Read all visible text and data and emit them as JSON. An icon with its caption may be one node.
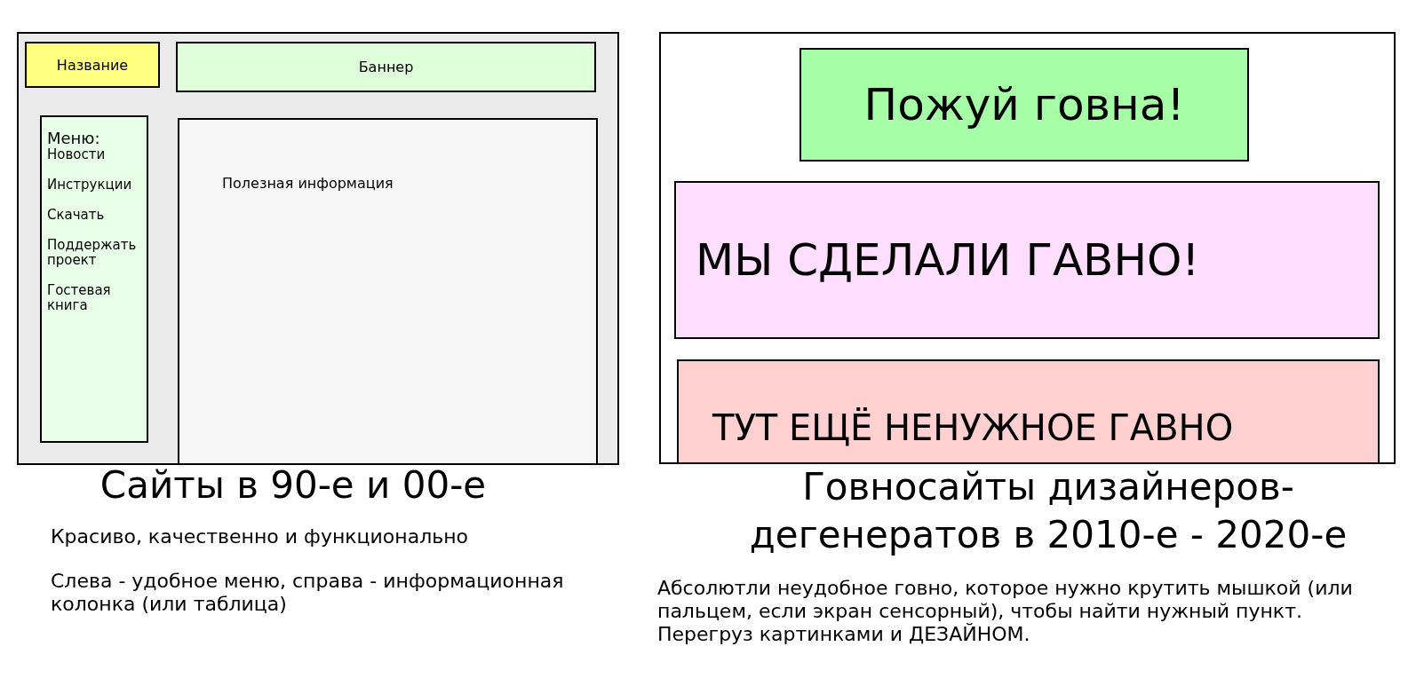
{
  "diagram": {
    "nodes": [
      {
        "text": [],
        "shape": "box"
      },
      {
        "text": [
          "Название"
        ],
        "in": 0
      },
      {
        "text": [
          "Баннер"
        ],
        "in": 0
      },
      {
        "text": [
          "Меню:",
          "Новости",
          "Инструкции",
          "Скачать",
          "Поддержать проект",
          "Гостевая книга"
        ],
        "in": 0
      },
      {
        "text": [
          "Полезная информация"
        ],
        "in": 0
      },
      {
        "text": [],
        "shape": "box"
      },
      {
        "text": [
          "Пожуй говна!"
        ],
        "in": 5
      },
      {
        "text": [
          "МЫ СДЕЛАЛИ ГАВНО!"
        ],
        "in": 5
      },
      {
        "text": [
          "ТУТ ЕЩЁ НЕНУЖНОЕ ГАВНО"
        ],
        "in": 5
      }
    ],
    "labels": [
      "Сайты в 90-е и 00-е",
      "Красиво, качественно и функционально",
      "Слева - удобное меню, справа - информационная колонка (или таблица)",
      "Говносайты дизайнеров-дегенератов в 2010-е - 2020-е",
      "Абсолютли неудобное говно, которое нужно крутить мышкой (или пальцем, если экран сенсорный), чтобы найти нужный пункт. Перегруз картинками и ДЕЗАЙНОМ."
    ]
  }
}
